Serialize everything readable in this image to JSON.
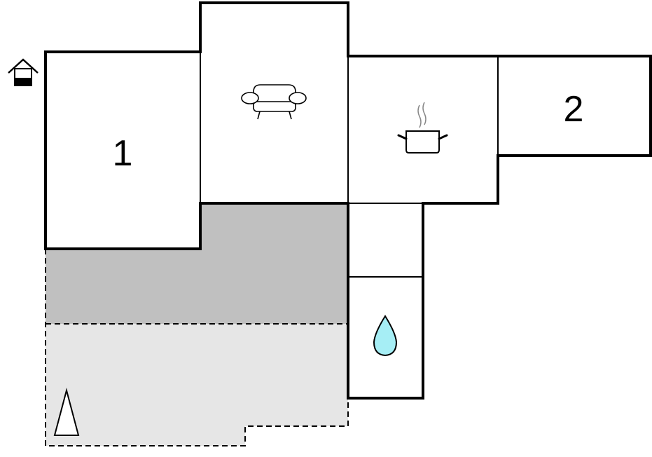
{
  "floorplan": {
    "rooms": [
      {
        "id": "bedroom-1",
        "label": "1",
        "icon": null
      },
      {
        "id": "living-room",
        "label": "",
        "icon": "sofa-icon"
      },
      {
        "id": "kitchen",
        "label": "",
        "icon": "cooking-pot-icon"
      },
      {
        "id": "bedroom-2",
        "label": "2",
        "icon": null
      },
      {
        "id": "hallway",
        "label": "",
        "icon": null
      },
      {
        "id": "bathroom",
        "label": "",
        "icon": "water-drop-icon"
      }
    ],
    "outdoor_areas": [
      {
        "id": "covered-terrace",
        "fill": "#c0c0c0"
      },
      {
        "id": "open-terrace",
        "fill": "#e6e6e6"
      }
    ],
    "icons": {
      "entrance": "house-entrance-icon",
      "north": "north-arrow-icon"
    },
    "colors": {
      "wall": "#000000",
      "covered_area": "#c0c0c0",
      "open_area": "#e6e6e6",
      "water": "#a6eef5",
      "steam": "#888888"
    }
  }
}
